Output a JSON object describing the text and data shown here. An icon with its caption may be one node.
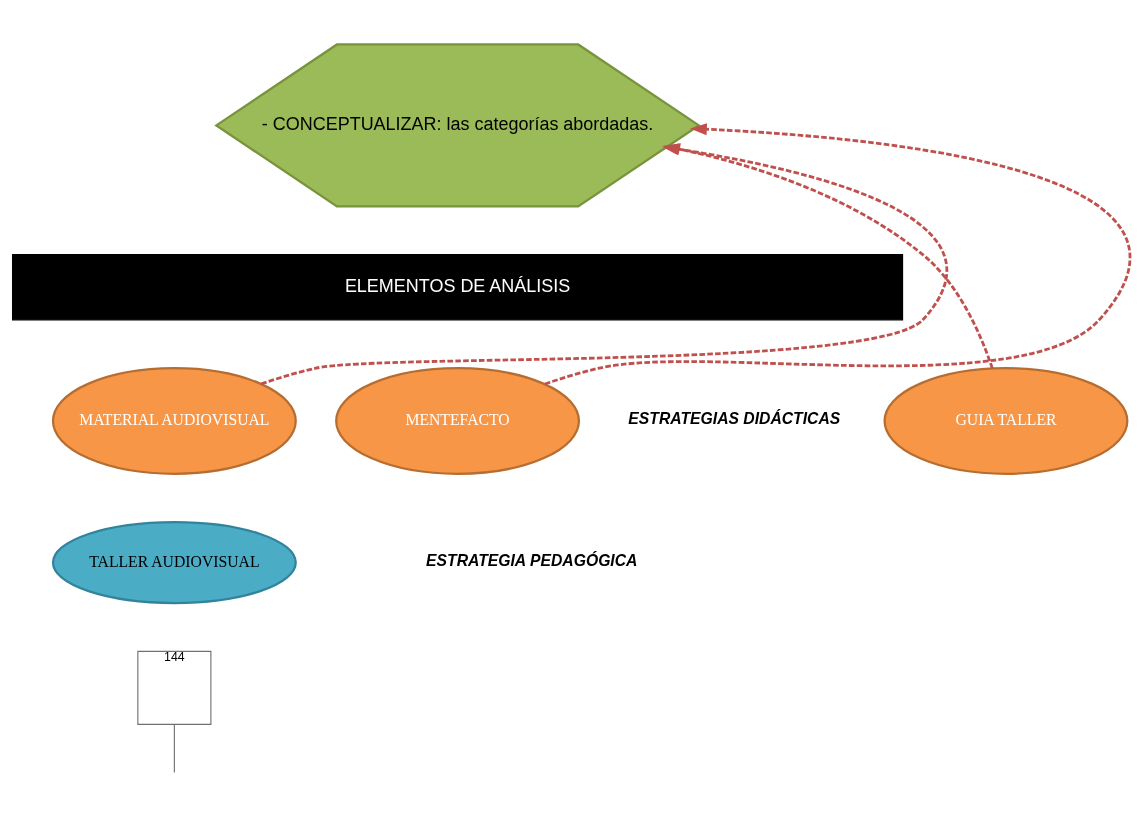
{
  "diagram": {
    "nodes": [
      {
        "text": [
          "- CONCEPTUALIZAR: las categorías abordadas."
        ]
      },
      {
        "text": [
          "ELEMENTOS DE ANÁLISIS"
        ]
      },
      {
        "text": [
          "GUIA TALLER"
        ]
      },
      {
        "text": [
          "MATERIAL AUDIOVISUAL"
        ]
      },
      {
        "text": [
          "MENTEFACTO"
        ]
      },
      {
        "text": [
          "TALLER AUDIOVISUAL"
        ]
      },
      {
        "text": [
          "144"
        ]
      }
    ],
    "edges": [
      {
        "from": 2,
        "to": 0,
        "arrow": "to",
        "style": "dashed",
        "color": "#c0504d"
      },
      {
        "from": 3,
        "to": 0,
        "arrow": "to",
        "style": "dashed",
        "color": "#c0504d"
      },
      {
        "from": 4,
        "to": 0,
        "arrow": "to",
        "style": "dashed",
        "color": "#c0504d"
      },
      {
        "from": 6,
        "to": null,
        "arrow": "none"
      }
    ],
    "labels": [
      "ESTRATEGIAS DIDÁCTICAS",
      "ESTRATEGIA PEDAGÓGICA"
    ]
  }
}
